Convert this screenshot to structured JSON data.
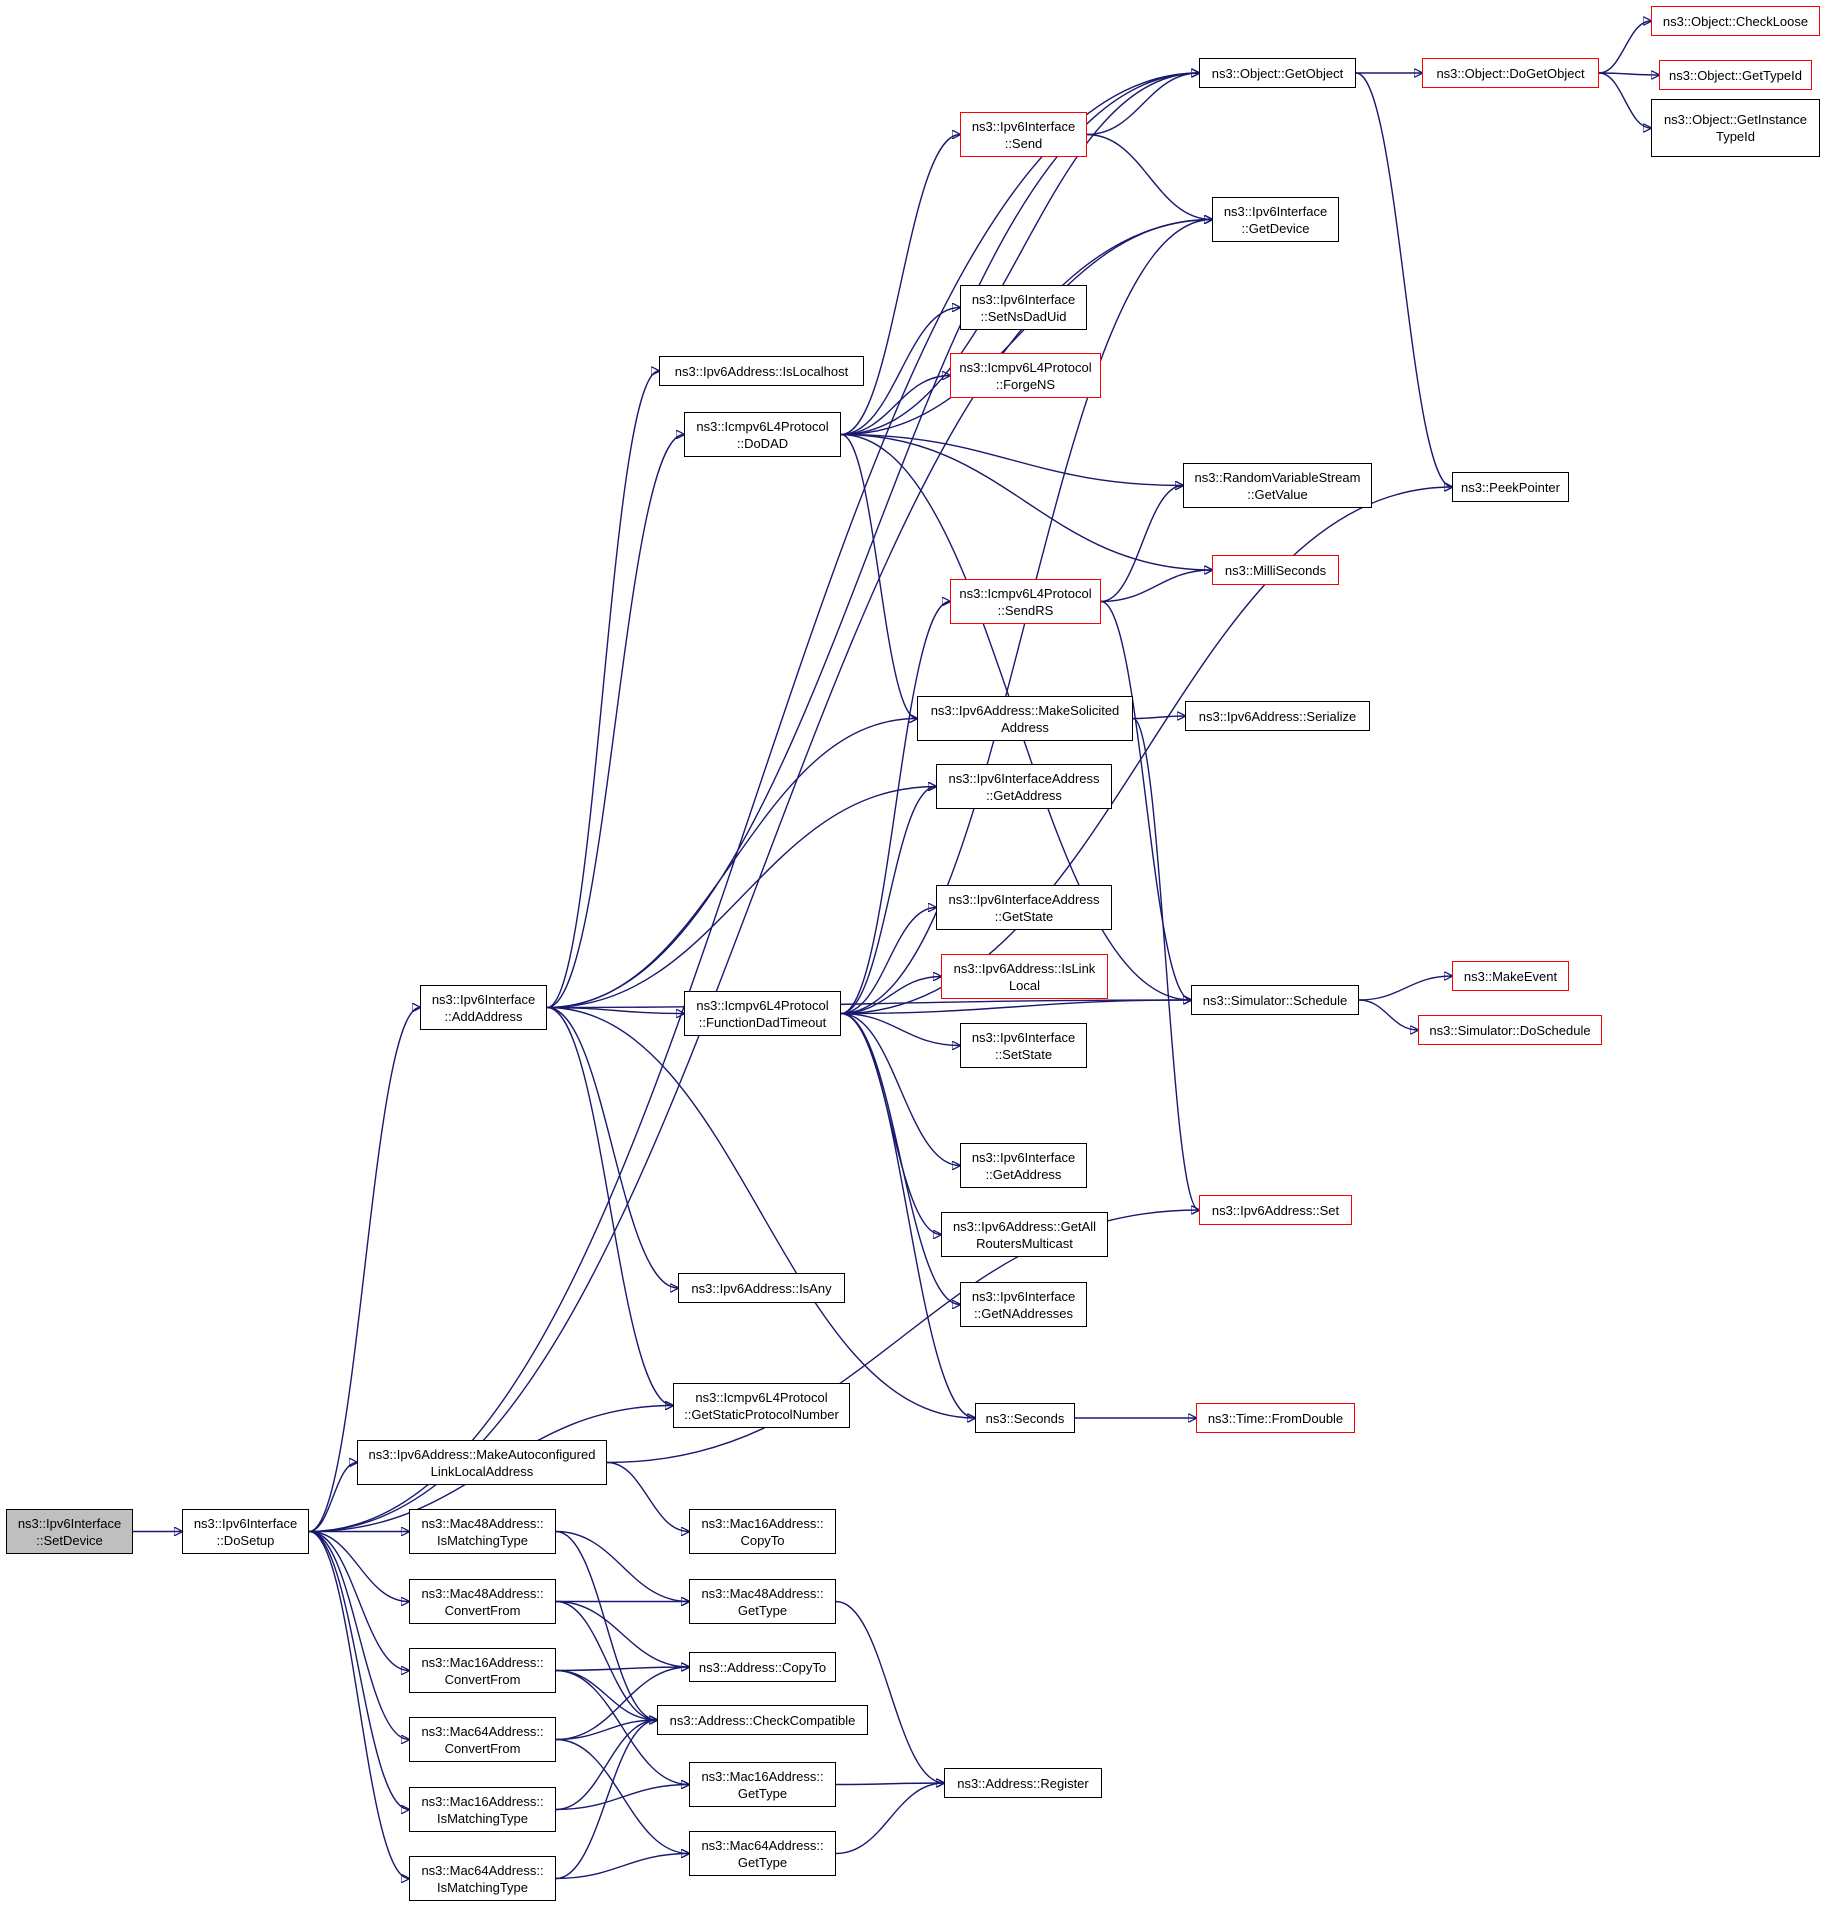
{
  "diagram": {
    "nodes": [
      {
        "id": "setdevice",
        "label": "ns3::Ipv6Interface\n::SetDevice",
        "current": true
      },
      {
        "id": "dosetup",
        "label": "ns3::Ipv6Interface\n::DoSetup"
      },
      {
        "id": "addaddress",
        "label": "ns3::Ipv6Interface\n::AddAddress"
      },
      {
        "id": "makeautolinklocal",
        "label": "ns3::Ipv6Address::MakeAutoconfigured\nLinkLocalAddress"
      },
      {
        "id": "mac48ismatching",
        "label": "ns3::Mac48Address::\nIsMatchingType"
      },
      {
        "id": "mac48convertfrom",
        "label": "ns3::Mac48Address::\nConvertFrom"
      },
      {
        "id": "mac16convertfrom",
        "label": "ns3::Mac16Address::\nConvertFrom"
      },
      {
        "id": "mac64convertfrom",
        "label": "ns3::Mac64Address::\nConvertFrom"
      },
      {
        "id": "mac16ismatching",
        "label": "ns3::Mac16Address::\nIsMatchingType"
      },
      {
        "id": "mac64ismatching",
        "label": "ns3::Mac64Address::\nIsMatchingType"
      },
      {
        "id": "islocalhost",
        "label": "ns3::Ipv6Address::IsLocalhost"
      },
      {
        "id": "dodad",
        "label": "ns3::Icmpv6L4Protocol\n::DoDAD"
      },
      {
        "id": "functiondadtimeout",
        "label": "ns3::Icmpv6L4Protocol\n::FunctionDadTimeout"
      },
      {
        "id": "isany",
        "label": "ns3::Ipv6Address::IsAny"
      },
      {
        "id": "getstaticprotocolnumber",
        "label": "ns3::Icmpv6L4Protocol\n::GetStaticProtocolNumber"
      },
      {
        "id": "mac16copyto",
        "label": "ns3::Mac16Address::\nCopyTo"
      },
      {
        "id": "mac48gettype",
        "label": "ns3::Mac48Address::\nGetType"
      },
      {
        "id": "addresscopyto",
        "label": "ns3::Address::CopyTo"
      },
      {
        "id": "checkcompatible",
        "label": "ns3::Address::CheckCompatible"
      },
      {
        "id": "mac16gettype",
        "label": "ns3::Mac16Address::\nGetType"
      },
      {
        "id": "mac64gettype",
        "label": "ns3::Mac64Address::\nGetType"
      },
      {
        "id": "send",
        "label": "ns3::Ipv6Interface\n::Send",
        "truncated": true
      },
      {
        "id": "setnsdaduid",
        "label": "ns3::Ipv6Interface\n::SetNsDadUid"
      },
      {
        "id": "forgens",
        "label": "ns3::Icmpv6L4Protocol\n::ForgeNS",
        "truncated": true
      },
      {
        "id": "sendrs",
        "label": "ns3::Icmpv6L4Protocol\n::SendRS",
        "truncated": true
      },
      {
        "id": "makesolicited",
        "label": "ns3::Ipv6Address::MakeSolicited\nAddress"
      },
      {
        "id": "ifaddrgetaddress",
        "label": "ns3::Ipv6InterfaceAddress\n::GetAddress"
      },
      {
        "id": "ifaddrgetstate",
        "label": "ns3::Ipv6InterfaceAddress\n::GetState"
      },
      {
        "id": "islinklocal",
        "label": "ns3::Ipv6Address::IsLink\nLocal",
        "truncated": true
      },
      {
        "id": "setstate",
        "label": "ns3::Ipv6Interface\n::SetState"
      },
      {
        "id": "ifgetaddress",
        "label": "ns3::Ipv6Interface\n::GetAddress"
      },
      {
        "id": "getallrouters",
        "label": "ns3::Ipv6Address::GetAll\nRoutersMulticast"
      },
      {
        "id": "getnaddresses",
        "label": "ns3::Ipv6Interface\n::GetNAddresses"
      },
      {
        "id": "seconds",
        "label": "ns3::Seconds"
      },
      {
        "id": "addressregister",
        "label": "ns3::Address::Register"
      },
      {
        "id": "getobject",
        "label": "ns3::Object::GetObject"
      },
      {
        "id": "getdevice",
        "label": "ns3::Ipv6Interface\n::GetDevice"
      },
      {
        "id": "rvsgetvalue",
        "label": "ns3::RandomVariableStream\n::GetValue"
      },
      {
        "id": "milliseconds",
        "label": "ns3::MilliSeconds",
        "truncated": true
      },
      {
        "id": "serialize",
        "label": "ns3::Ipv6Address::Serialize"
      },
      {
        "id": "schedule",
        "label": "ns3::Simulator::Schedule"
      },
      {
        "id": "ipv6set",
        "label": "ns3::Ipv6Address::Set",
        "truncated": true
      },
      {
        "id": "fromdouble",
        "label": "ns3::Time::FromDouble",
        "truncated": true
      },
      {
        "id": "dogetobject",
        "label": "ns3::Object::DoGetObject",
        "truncated": true
      },
      {
        "id": "peekpointer",
        "label": "ns3::PeekPointer"
      },
      {
        "id": "makeevent",
        "label": "ns3::MakeEvent",
        "truncated": true
      },
      {
        "id": "doschedule",
        "label": "ns3::Simulator::DoSchedule",
        "truncated": true
      },
      {
        "id": "checkloose",
        "label": "ns3::Object::CheckLoose",
        "truncated": true
      },
      {
        "id": "gettypeid",
        "label": "ns3::Object::GetTypeId",
        "truncated": true
      },
      {
        "id": "getinstancetypeid",
        "label": "ns3::Object::GetInstance\nTypeId"
      }
    ],
    "edges": [
      [
        "setdevice",
        "dosetup"
      ],
      [
        "dosetup",
        "addaddress"
      ],
      [
        "dosetup",
        "getobject"
      ],
      [
        "dosetup",
        "getdevice"
      ],
      [
        "dosetup",
        "getstaticprotocolnumber"
      ],
      [
        "dosetup",
        "makeautolinklocal"
      ],
      [
        "dosetup",
        "mac48ismatching"
      ],
      [
        "dosetup",
        "mac48convertfrom"
      ],
      [
        "dosetup",
        "mac16convertfrom"
      ],
      [
        "dosetup",
        "mac64convertfrom"
      ],
      [
        "dosetup",
        "mac16ismatching"
      ],
      [
        "dosetup",
        "mac64ismatching"
      ],
      [
        "addaddress",
        "getobject"
      ],
      [
        "addaddress",
        "islocalhost"
      ],
      [
        "addaddress",
        "dodad"
      ],
      [
        "addaddress",
        "makesolicited"
      ],
      [
        "addaddress",
        "ifaddrgetaddress"
      ],
      [
        "addaddress",
        "functiondadtimeout"
      ],
      [
        "addaddress",
        "isany"
      ],
      [
        "addaddress",
        "getstaticprotocolnumber"
      ],
      [
        "addaddress",
        "seconds"
      ],
      [
        "addaddress",
        "schedule"
      ],
      [
        "dodad",
        "send"
      ],
      [
        "dodad",
        "getobject"
      ],
      [
        "dodad",
        "getdevice"
      ],
      [
        "dodad",
        "setnsdaduid"
      ],
      [
        "dodad",
        "forgens"
      ],
      [
        "dodad",
        "rvsgetvalue"
      ],
      [
        "dodad",
        "milliseconds"
      ],
      [
        "dodad",
        "makesolicited"
      ],
      [
        "dodad",
        "schedule"
      ],
      [
        "functiondadtimeout",
        "getdevice"
      ],
      [
        "functiondadtimeout",
        "sendrs"
      ],
      [
        "functiondadtimeout",
        "ifaddrgetaddress"
      ],
      [
        "functiondadtimeout",
        "peekpointer"
      ],
      [
        "functiondadtimeout",
        "ifaddrgetstate"
      ],
      [
        "functiondadtimeout",
        "islinklocal"
      ],
      [
        "functiondadtimeout",
        "setstate"
      ],
      [
        "functiondadtimeout",
        "schedule"
      ],
      [
        "functiondadtimeout",
        "ifgetaddress"
      ],
      [
        "functiondadtimeout",
        "getallrouters"
      ],
      [
        "functiondadtimeout",
        "getnaddresses"
      ],
      [
        "functiondadtimeout",
        "seconds"
      ],
      [
        "makeautolinklocal",
        "ipv6set"
      ],
      [
        "makeautolinklocal",
        "mac16copyto"
      ],
      [
        "mac48ismatching",
        "mac48gettype"
      ],
      [
        "mac48ismatching",
        "checkcompatible"
      ],
      [
        "mac48convertfrom",
        "mac48gettype"
      ],
      [
        "mac48convertfrom",
        "addresscopyto"
      ],
      [
        "mac48convertfrom",
        "checkcompatible"
      ],
      [
        "mac16convertfrom",
        "addresscopyto"
      ],
      [
        "mac16convertfrom",
        "checkcompatible"
      ],
      [
        "mac16convertfrom",
        "mac16gettype"
      ],
      [
        "mac64convertfrom",
        "addresscopyto"
      ],
      [
        "mac64convertfrom",
        "checkcompatible"
      ],
      [
        "mac64convertfrom",
        "mac64gettype"
      ],
      [
        "mac16ismatching",
        "checkcompatible"
      ],
      [
        "mac16ismatching",
        "mac16gettype"
      ],
      [
        "mac64ismatching",
        "checkcompatible"
      ],
      [
        "mac64ismatching",
        "mac64gettype"
      ],
      [
        "mac48gettype",
        "addressregister"
      ],
      [
        "mac16gettype",
        "addressregister"
      ],
      [
        "mac64gettype",
        "addressregister"
      ],
      [
        "send",
        "getobject"
      ],
      [
        "send",
        "getdevice"
      ],
      [
        "sendrs",
        "rvsgetvalue"
      ],
      [
        "sendrs",
        "milliseconds"
      ],
      [
        "sendrs",
        "schedule"
      ],
      [
        "makesolicited",
        "serialize"
      ],
      [
        "makesolicited",
        "ipv6set"
      ],
      [
        "seconds",
        "fromdouble"
      ],
      [
        "getobject",
        "dogetobject"
      ],
      [
        "getobject",
        "peekpointer"
      ],
      [
        "dogetobject",
        "checkloose"
      ],
      [
        "dogetobject",
        "gettypeid"
      ],
      [
        "dogetobject",
        "getinstancetypeid"
      ],
      [
        "schedule",
        "makeevent"
      ],
      [
        "schedule",
        "doschedule"
      ]
    ]
  }
}
